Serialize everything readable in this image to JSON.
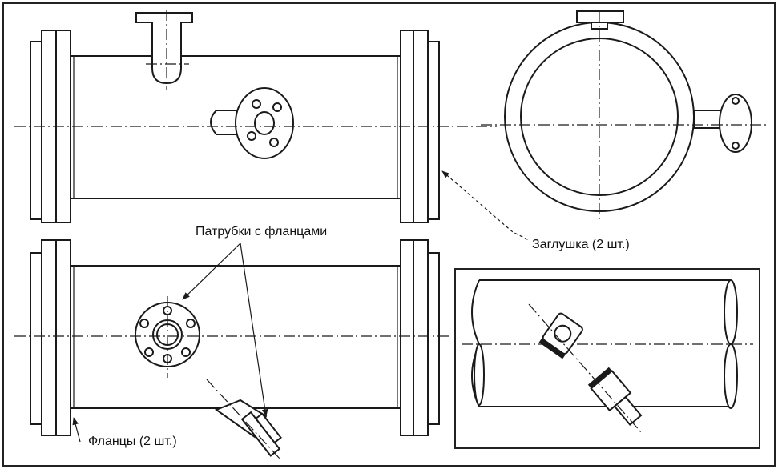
{
  "labels": {
    "nozzles": "Патрубки с фланцами",
    "plug": "Заглушка (2 шт.)",
    "flanges": "Фланцы (2 шт.)"
  }
}
